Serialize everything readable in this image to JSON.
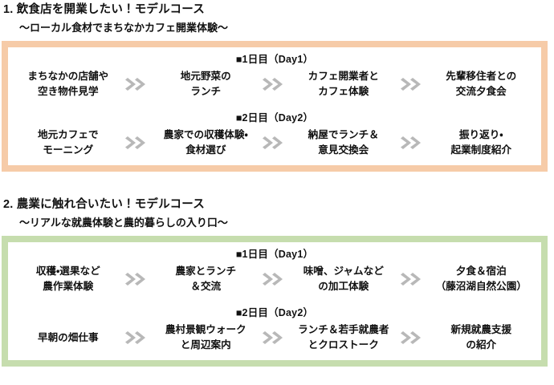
{
  "courses": [
    {
      "title": "1. 飲食店を開業したい！モデルコース",
      "subtitle": "〜ローカル食材でまちなかカフェ開業体験〜",
      "frame_color": "#f6cba8",
      "days": [
        {
          "label": "■1日目（Day1）",
          "steps": [
            "まちなかの店舗や\n空き物件見学",
            "地元野菜の\nランチ",
            "カフェ開業者と\nカフェ体験",
            "先輩移住者との\n交流夕食会"
          ]
        },
        {
          "label": "■2日目（Day2）",
          "steps": [
            "地元カフェで\nモーニング",
            "農家での収穫体験・\n食材選び",
            "納屋でランチ＆\n意見交換会",
            "振り返り・\n起業制度紹介"
          ]
        }
      ]
    },
    {
      "title": "2. 農業に触れ合いたい！モデルコース",
      "subtitle": "〜リアルな就農体験と農的暮らしの入り口〜",
      "frame_color": "#c6ddae",
      "days": [
        {
          "label": "■1日目（Day1）",
          "steps": [
            "収穫・選果など\n農作業体験",
            "農家とランチ\n＆交流",
            "味噌、ジャムなど\nの加工体験",
            "夕食＆宿泊\n（藤沼湖自然公園）"
          ]
        },
        {
          "label": "■2日目（Day2）",
          "steps": [
            "早朝の畑仕事",
            "農村景観ウォーク\nと周辺案内",
            "ランチ＆若手就農者\nとクロストーク",
            "新規就農支援\nの紹介"
          ]
        }
      ]
    }
  ],
  "icons": {
    "arrow": "double-chevron-right-icon",
    "arrow_color": "#b3b3b3"
  }
}
